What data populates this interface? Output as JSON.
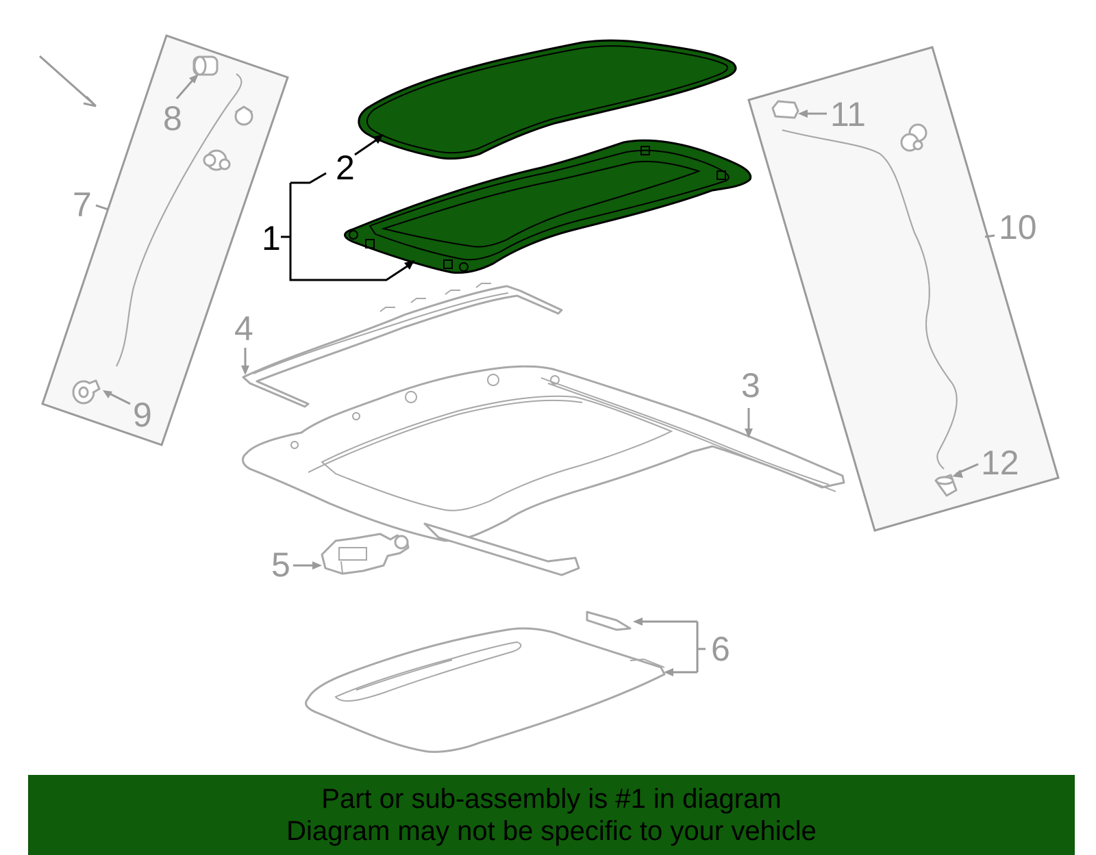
{
  "colors": {
    "highlight": "#0f5c0a",
    "part_outline": "#a8a8a8",
    "label_grey": "#9a9a9a",
    "label_dark": "#000000",
    "banner_bg": "#0f5c0a"
  },
  "callouts": {
    "c1": "1",
    "c2": "2",
    "c3": "3",
    "c4": "4",
    "c5": "5",
    "c6": "6",
    "c7": "7",
    "c8": "8",
    "c9": "9",
    "c10": "10",
    "c11": "11",
    "c12": "12"
  },
  "banner": {
    "line1": "Part or sub-assembly is #1 in diagram",
    "line2": "Diagram may not be specific to your vehicle"
  }
}
